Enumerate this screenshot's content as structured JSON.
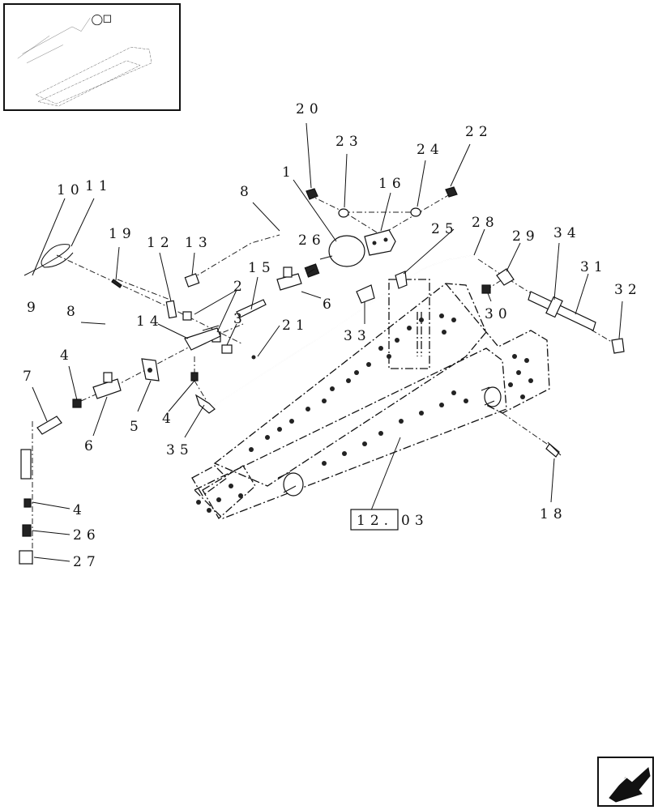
{
  "callouts": [
    {
      "id": "c1",
      "text": "1"
    },
    {
      "id": "c2",
      "text": "2"
    },
    {
      "id": "c3",
      "text": "3"
    },
    {
      "id": "c4a",
      "text": "4"
    },
    {
      "id": "c4b",
      "text": "4"
    },
    {
      "id": "c4c",
      "text": "4"
    },
    {
      "id": "c5",
      "text": "5"
    },
    {
      "id": "c6a",
      "text": "6"
    },
    {
      "id": "c6b",
      "text": "6"
    },
    {
      "id": "c7",
      "text": "7"
    },
    {
      "id": "c8a",
      "text": "8"
    },
    {
      "id": "c8b",
      "text": "8"
    },
    {
      "id": "c9",
      "text": "9"
    },
    {
      "id": "c10",
      "text": "10"
    },
    {
      "id": "c11",
      "text": "11"
    },
    {
      "id": "c12",
      "text": "12"
    },
    {
      "id": "c13",
      "text": "13"
    },
    {
      "id": "c14",
      "text": "14"
    },
    {
      "id": "c15",
      "text": "15"
    },
    {
      "id": "c16",
      "text": "16"
    },
    {
      "id": "c18",
      "text": "18"
    },
    {
      "id": "c19",
      "text": "19"
    },
    {
      "id": "c20",
      "text": "20"
    },
    {
      "id": "c21",
      "text": "21"
    },
    {
      "id": "c22",
      "text": "22"
    },
    {
      "id": "c23",
      "text": "23"
    },
    {
      "id": "c24",
      "text": "24"
    },
    {
      "id": "c25",
      "text": "25"
    },
    {
      "id": "c26a",
      "text": "26"
    },
    {
      "id": "c26b",
      "text": "26"
    },
    {
      "id": "c27",
      "text": "27"
    },
    {
      "id": "c28",
      "text": "28"
    },
    {
      "id": "c29",
      "text": "29"
    },
    {
      "id": "c30",
      "text": "30"
    },
    {
      "id": "c31",
      "text": "31"
    },
    {
      "id": "c32",
      "text": "32"
    },
    {
      "id": "c33",
      "text": "33"
    },
    {
      "id": "c34",
      "text": "34"
    },
    {
      "id": "c35",
      "text": "35"
    }
  ],
  "reference": {
    "boxed": "12.",
    "suffix": "03"
  },
  "icons": {
    "thumbnail": "overview-thumbnail",
    "nav": "next-page-arrow-icon"
  }
}
